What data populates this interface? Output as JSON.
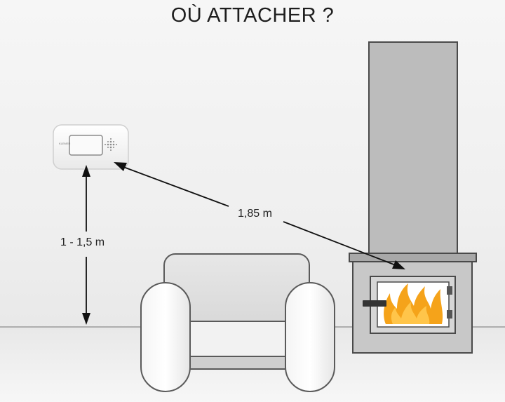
{
  "title": "OÙ ATTACHER ?",
  "height_range_label": "1 - 1,5 m",
  "distance_label": "1,85 m",
  "detector_brand": "KLEMER",
  "colors": {
    "fire": "#f5a31a",
    "fire_light": "#ffc54a",
    "outline": "#555555",
    "chimney": "#bdbdbd",
    "stove_body": "#c8c8c8"
  }
}
